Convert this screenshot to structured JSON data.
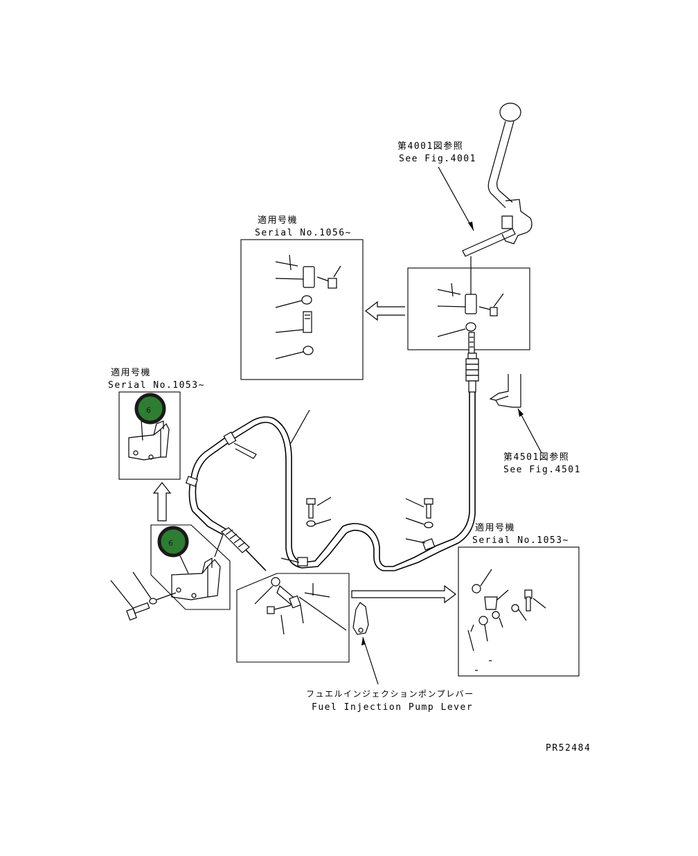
{
  "diagram": {
    "refs": {
      "see_4001_jp": "第4001図参照",
      "see_4001_en": "See Fig.4001",
      "see_4501_jp": "第4501図参照",
      "see_4501_en": "See Fig.4501"
    },
    "serial_boxes": {
      "top_center": {
        "jp": "適用号機",
        "en": "Serial No.1056~"
      },
      "left": {
        "jp": "適用号機",
        "en": "Serial No.1053~"
      },
      "bottom_right": {
        "jp": "適用号機",
        "en": "Serial No.1053~"
      }
    },
    "pump_lever": {
      "jp": "フュエルインジェクションポンプレバー",
      "en": "Fuel Injection Pump Lever"
    },
    "callouts": [
      {
        "number": "6",
        "color": "#2e7d32"
      },
      {
        "number": "6",
        "color": "#2e7d32"
      }
    ],
    "drawing_code": "PR52484"
  }
}
